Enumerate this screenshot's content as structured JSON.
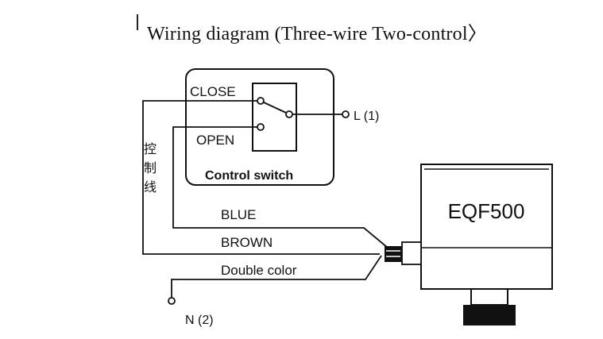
{
  "title": "Wiring diagram (Three-wire Two-control〉",
  "control_switch": {
    "close_label": "CLOSE",
    "open_label": "OPEN",
    "caption": "Control switch"
  },
  "terminals": {
    "live": "L (1)",
    "neutral": "N (2)"
  },
  "control_wire_label": [
    "控",
    "制",
    "线"
  ],
  "wires": {
    "blue": "BLUE",
    "brown": "BROWN",
    "double": "Double color"
  },
  "actuator": {
    "model": "EQF500"
  }
}
